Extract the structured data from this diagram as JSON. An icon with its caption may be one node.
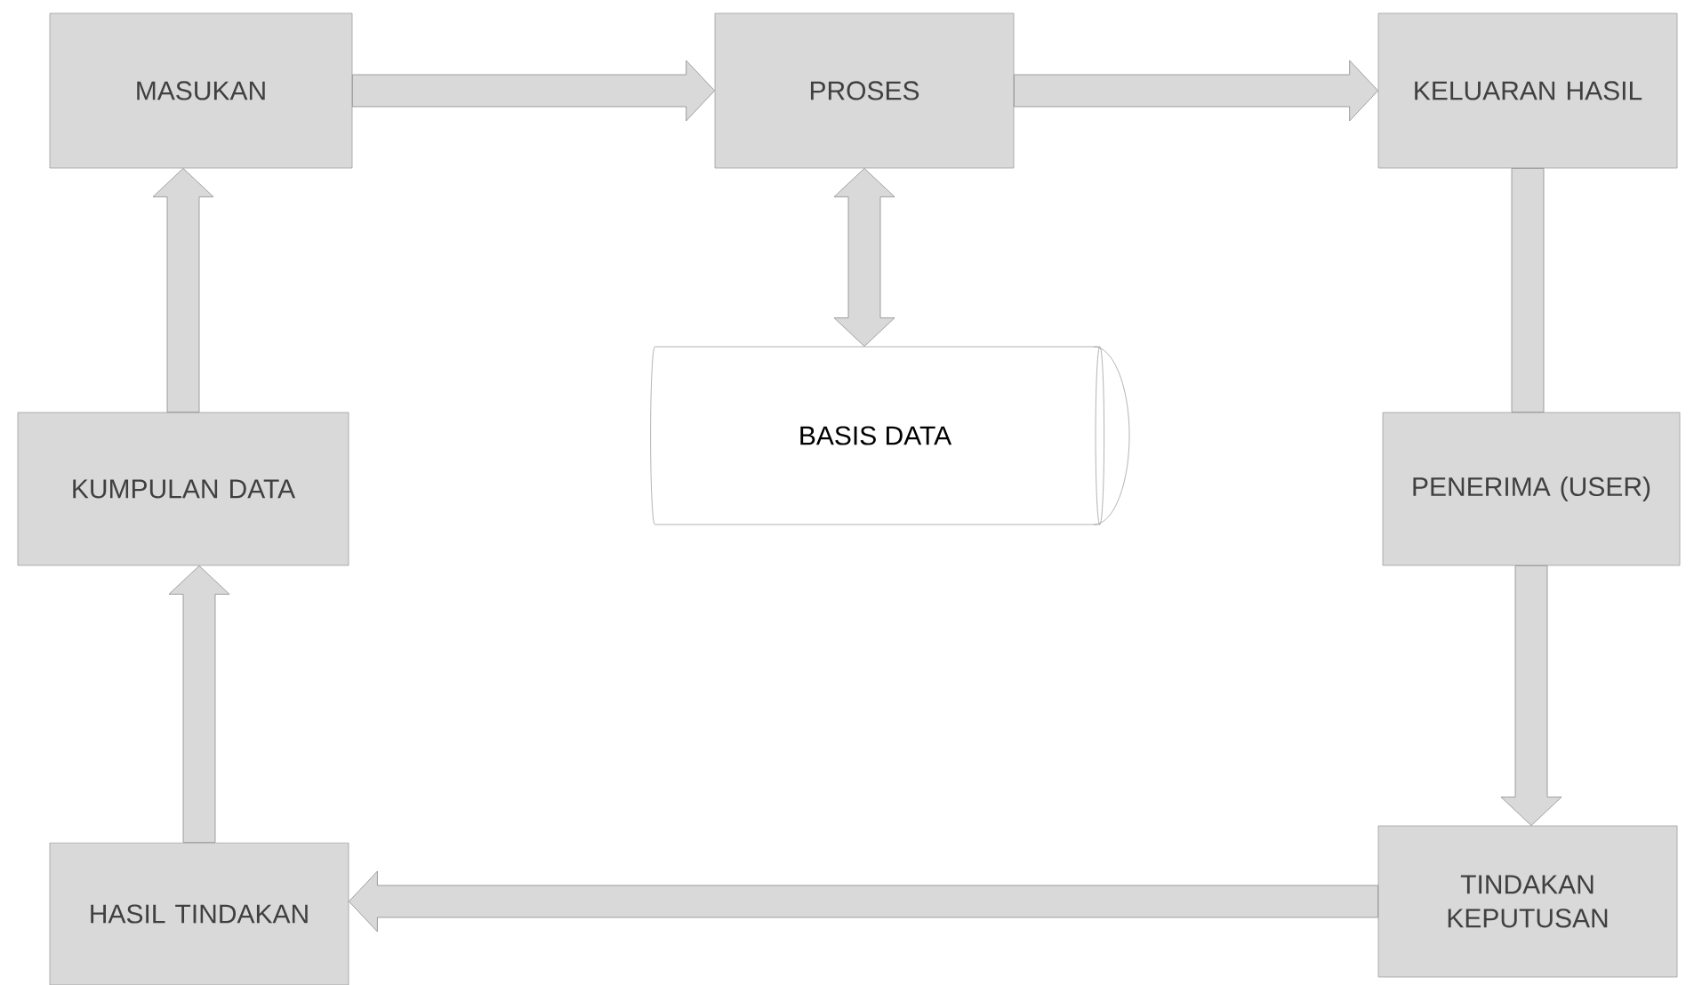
{
  "diagram": {
    "nodes": [
      {
        "text": [
          "MASUKAN"
        ]
      },
      {
        "text": [
          "PROSES"
        ]
      },
      {
        "text": [
          "KELUARAN HASIL"
        ]
      },
      {
        "text": [
          "BASIS DATA"
        ]
      },
      {
        "text": [
          "KUMPULAN DATA"
        ]
      },
      {
        "text": [
          "PENERIMA (USER)"
        ]
      },
      {
        "text": [
          "HASIL TINDAKAN"
        ]
      },
      {
        "text": [
          "TINDAKAN KEPUTUSAN"
        ]
      }
    ],
    "edges": [
      {
        "from": 0,
        "to": 1,
        "arrow": "to"
      },
      {
        "from": 1,
        "to": 2,
        "arrow": "to"
      },
      {
        "from": 1,
        "to": 3,
        "arrow": "both"
      },
      {
        "from": 2,
        "to": 5,
        "arrow": "none"
      },
      {
        "from": 5,
        "to": 7,
        "arrow": "to"
      },
      {
        "from": 7,
        "to": 6,
        "arrow": "to"
      },
      {
        "from": 6,
        "to": 4,
        "arrow": "to"
      },
      {
        "from": 4,
        "to": 0,
        "arrow": "to"
      }
    ]
  }
}
